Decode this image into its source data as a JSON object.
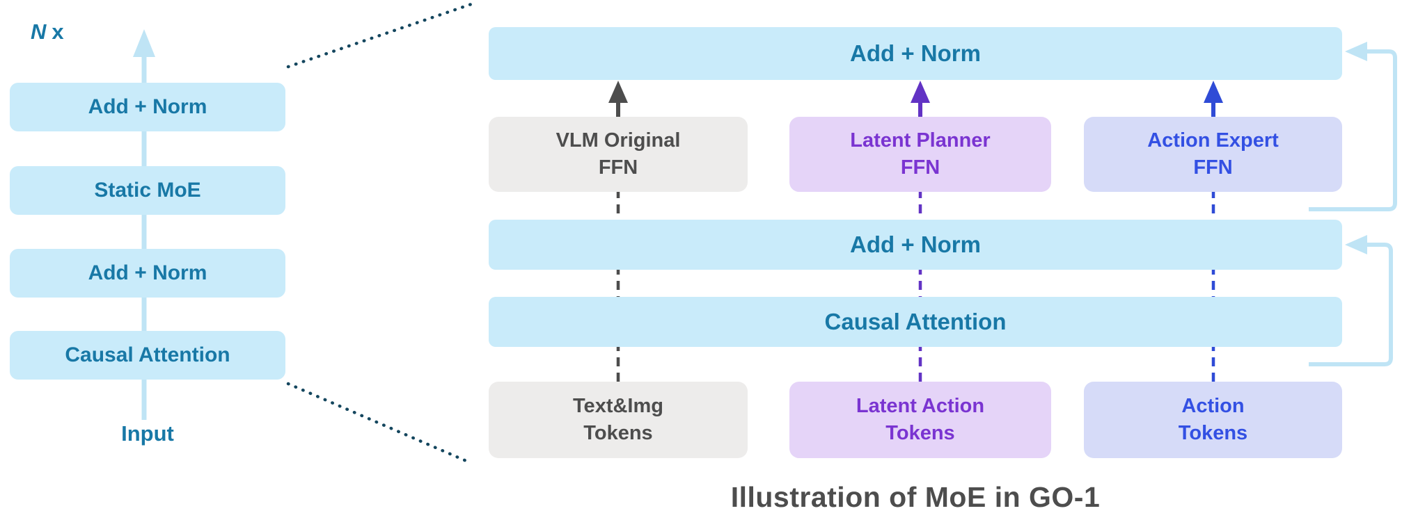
{
  "caption": "Illustration of MoE in GO-1",
  "left_panel": {
    "multiplier_n": "N",
    "multiplier_x": "x",
    "blocks": [
      {
        "label": "Add + Norm"
      },
      {
        "label": "Static MoE"
      },
      {
        "label": "Add + Norm"
      },
      {
        "label": "Causal Attention"
      }
    ],
    "input_label": "Input"
  },
  "right_panel": {
    "top_add_norm": "Add + Norm",
    "mid_add_norm": "Add + Norm",
    "causal_attention": "Causal Attention",
    "ffn_blocks": [
      {
        "line1": "VLM Original",
        "line2": "FFN"
      },
      {
        "line1": "Latent Planner",
        "line2": "FFN"
      },
      {
        "line1": "Action Expert",
        "line2": "FFN"
      }
    ],
    "token_blocks": [
      {
        "line1": "Text&Img",
        "line2": "Tokens"
      },
      {
        "line1": "Latent Action",
        "line2": "Tokens"
      },
      {
        "line1": "Action",
        "line2": "Tokens"
      }
    ]
  },
  "colors": {
    "light_blue_fill": "#C9EBFA",
    "light_blue_line": "#BFE4F5",
    "teal_text": "#1878A6",
    "gray_fill": "#EDECEB",
    "gray_text": "#4D4D4D",
    "purple_fill": "#E5D4F8",
    "purple_text": "#7A34D1",
    "purple_line": "#6233C4",
    "blue_fill": "#D6DBF8",
    "blue_text": "#3350E3",
    "blue_line": "#2F4BD6",
    "dotted_line": "#14465E"
  }
}
